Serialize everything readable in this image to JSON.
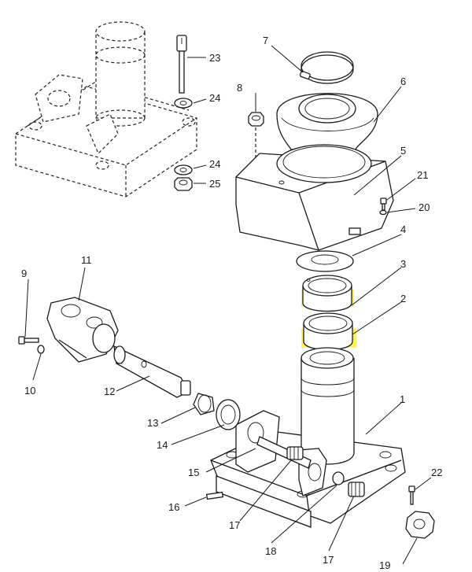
{
  "callouts": [
    "1",
    "2",
    "3",
    "4",
    "5",
    "6",
    "7",
    "8",
    "9",
    "10",
    "11",
    "12",
    "13",
    "14",
    "15",
    "16",
    "17",
    "17",
    "18",
    "19",
    "20",
    "21",
    "22",
    "23",
    "24",
    "24",
    "25"
  ],
  "highlight_color": "#ffe800",
  "highlighted_parts": [
    "2",
    "3"
  ]
}
